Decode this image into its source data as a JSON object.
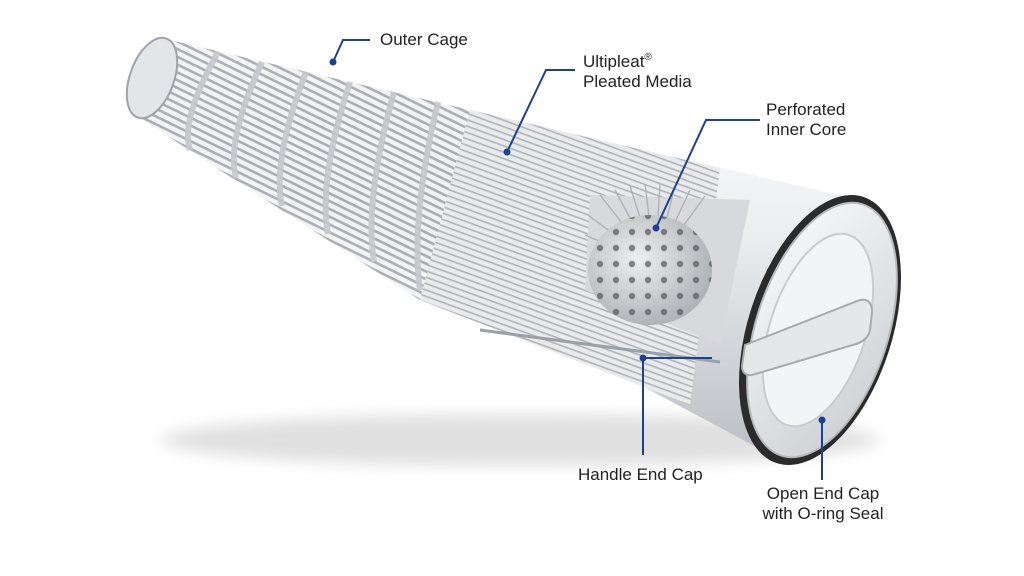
{
  "diagram": {
    "subject": "cutaway view of a pleated filter cartridge",
    "leader_color": "#1f3f8f",
    "callouts": [
      {
        "id": "outer-cage",
        "lines": [
          "Outer Cage"
        ]
      },
      {
        "id": "pleated-media",
        "lines": [
          "Ultipleat",
          "Pleated Media"
        ],
        "superscript": "®"
      },
      {
        "id": "inner-core",
        "lines": [
          "Perforated",
          "Inner Core"
        ]
      },
      {
        "id": "handle-end-cap",
        "lines": [
          "Handle End Cap"
        ]
      },
      {
        "id": "open-end-cap",
        "lines": [
          "Open End Cap",
          "with O-ring Seal"
        ]
      }
    ]
  }
}
